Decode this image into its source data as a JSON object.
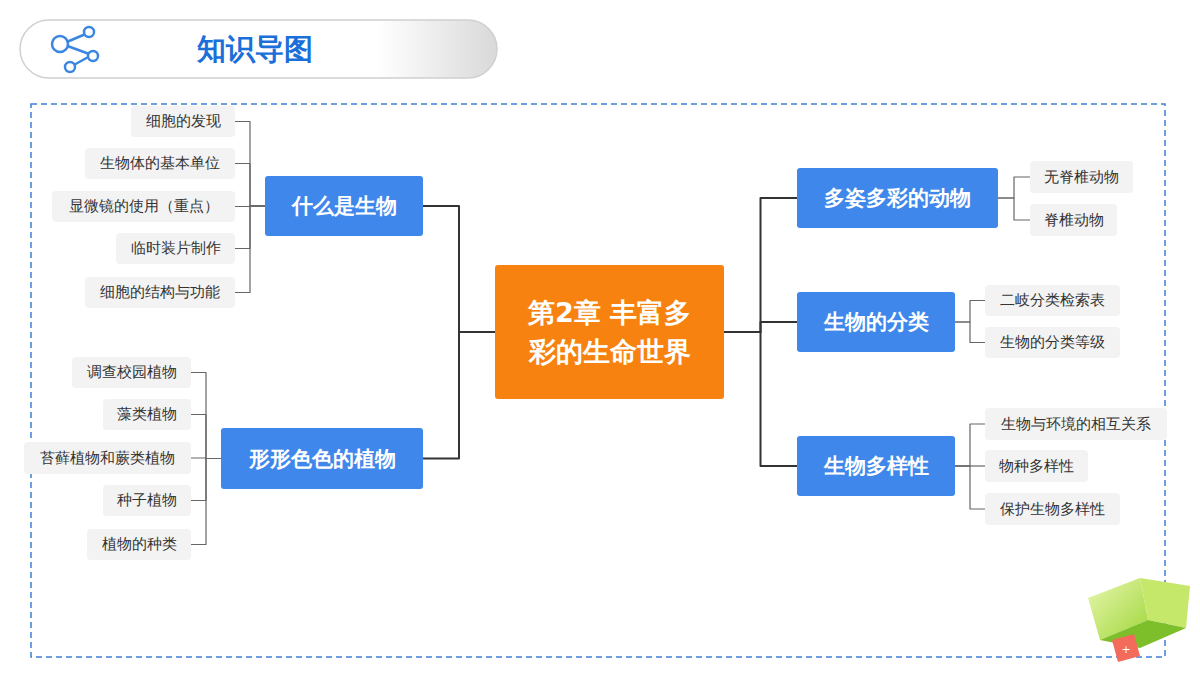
{
  "diagram": {
    "title": "知识导图",
    "nodes": [
      {
        "text": [
          "第2章 丰富多彩的生命世界"
        ]
      },
      {
        "text": [
          "什么是生物"
        ]
      },
      {
        "text": [
          "细胞的发现"
        ]
      },
      {
        "text": [
          "生物体的基本单位"
        ]
      },
      {
        "text": [
          "显微镜的使用（重点）"
        ]
      },
      {
        "text": [
          "临时装片制作"
        ]
      },
      {
        "text": [
          "细胞的结构与功能"
        ]
      },
      {
        "text": [
          "形形色色的植物"
        ]
      },
      {
        "text": [
          "调查校园植物"
        ]
      },
      {
        "text": [
          "藻类植物"
        ]
      },
      {
        "text": [
          "苔藓植物和蕨类植物"
        ]
      },
      {
        "text": [
          "种子植物"
        ]
      },
      {
        "text": [
          "植物的种类"
        ]
      },
      {
        "text": [
          "多姿多彩的动物"
        ]
      },
      {
        "text": [
          "无脊椎动物"
        ]
      },
      {
        "text": [
          "脊椎动物"
        ]
      },
      {
        "text": [
          "生物的分类"
        ]
      },
      {
        "text": [
          "二岐分类检索表"
        ]
      },
      {
        "text": [
          "生物的分类等级"
        ]
      },
      {
        "text": [
          "生物多样性"
        ]
      },
      {
        "text": [
          "生物与环境的相互关系"
        ]
      },
      {
        "text": [
          "物种多样性"
        ]
      },
      {
        "text": [
          "保护生物多样性"
        ]
      }
    ],
    "edges": [
      {
        "from": 0,
        "to": 1,
        "arrow": "none"
      },
      {
        "from": 0,
        "to": 7,
        "arrow": "none"
      },
      {
        "from": 0,
        "to": 13,
        "arrow": "none"
      },
      {
        "from": 0,
        "to": 16,
        "arrow": "none"
      },
      {
        "from": 0,
        "to": 19,
        "arrow": "none"
      },
      {
        "from": 1,
        "to": 2,
        "arrow": "none"
      },
      {
        "from": 1,
        "to": 3,
        "arrow": "none"
      },
      {
        "from": 1,
        "to": 4,
        "arrow": "none"
      },
      {
        "from": 1,
        "to": 5,
        "arrow": "none"
      },
      {
        "from": 1,
        "to": 6,
        "arrow": "none"
      },
      {
        "from": 7,
        "to": 8,
        "arrow": "none"
      },
      {
        "from": 7,
        "to": 9,
        "arrow": "none"
      },
      {
        "from": 7,
        "to": 10,
        "arrow": "none"
      },
      {
        "from": 7,
        "to": 11,
        "arrow": "none"
      },
      {
        "from": 7,
        "to": 12,
        "arrow": "none"
      },
      {
        "from": 13,
        "to": 14,
        "arrow": "none"
      },
      {
        "from": 13,
        "to": 15,
        "arrow": "none"
      },
      {
        "from": 16,
        "to": 17,
        "arrow": "none"
      },
      {
        "from": 16,
        "to": 18,
        "arrow": "none"
      },
      {
        "from": 19,
        "to": 20,
        "arrow": "none"
      },
      {
        "from": 19,
        "to": 21,
        "arrow": "none"
      },
      {
        "from": 19,
        "to": 22,
        "arrow": "none"
      }
    ]
  }
}
